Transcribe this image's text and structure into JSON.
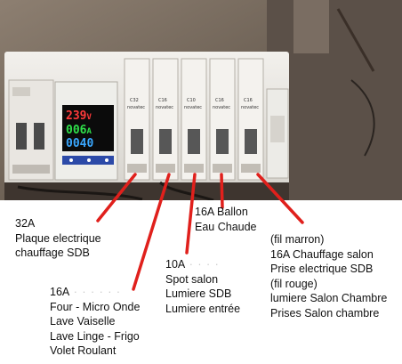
{
  "photo": {
    "meter": {
      "voltage": "239",
      "voltage_unit": "V",
      "current": "006",
      "current_unit": "A",
      "power": "0040",
      "colors": {
        "voltage": "#ff3a3a",
        "current": "#2fe04a",
        "power": "#3aa8ff"
      }
    },
    "breakers": [
      {
        "rating": "C32"
      },
      {
        "rating": "C16"
      },
      {
        "rating": "C10"
      },
      {
        "rating": "C16"
      },
      {
        "rating": "C16"
      }
    ],
    "brand": "novatec"
  },
  "leader_color": "#e0201c",
  "labels": {
    "plaque": {
      "rating": "32A",
      "lines": [
        "Plaque electrique",
        "chauffage SDB"
      ]
    },
    "kitchen": {
      "rating": "16A",
      "lines": [
        "Four - Micro Onde",
        "Lave Vaiselle",
        "Lave Linge - Frigo",
        "Volet Roulant"
      ]
    },
    "spot": {
      "rating": "10A",
      "lines": [
        "Spot salon",
        "Lumiere SDB",
        "Lumiere entrée"
      ]
    },
    "ballon": {
      "lines": [
        "16A Ballon",
        "Eau Chaude"
      ]
    },
    "salon": {
      "lines": [
        "(fil marron)",
        "16A Chauffage salon",
        "Prise electrique SDB",
        "(fil rouge)",
        "lumiere Salon Chambre",
        "Prises Salon chambre"
      ]
    }
  }
}
